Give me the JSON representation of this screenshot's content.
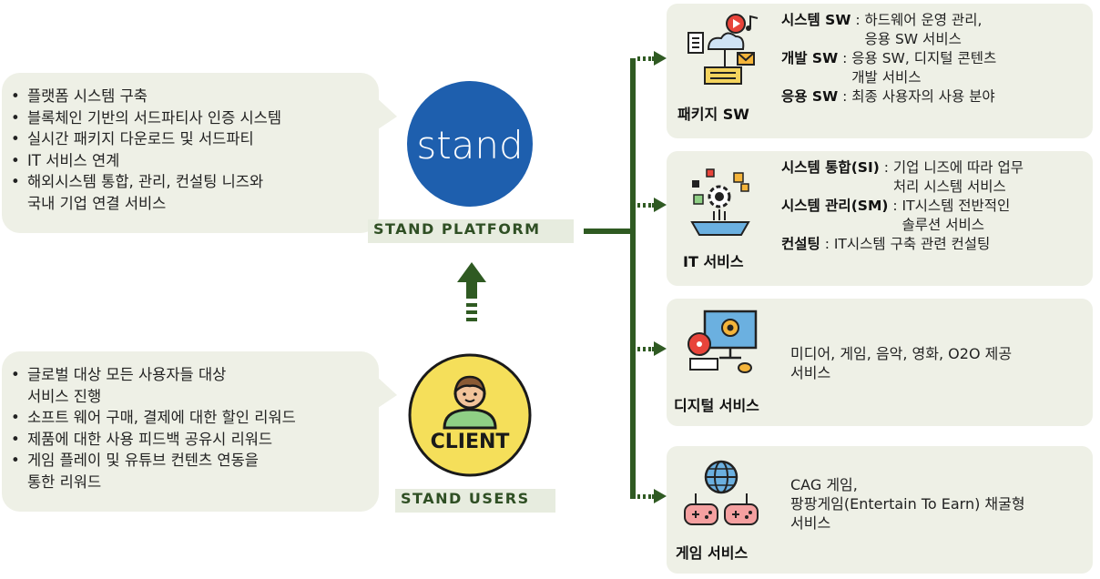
{
  "platform": {
    "logo_text": "stand",
    "title": "STAND PLATFORM",
    "bullets": [
      [
        "플랫폼 시스템 구축"
      ],
      [
        "블록체인 기반의 서드파티사 인증 시스템"
      ],
      [
        "실시간 패키지 다운로드 및 서드파티"
      ],
      [
        "IT 서비스 연계"
      ],
      [
        "해외시스템 통합, 관리, 컨설팅 니즈와",
        "국내 기업 연결 서비스"
      ]
    ]
  },
  "users": {
    "logo_text": "CLIENT",
    "title": "STAND USERS",
    "bullets": [
      [
        "글로벌 대상 모든 사용자들 대상",
        "서비스 진행"
      ],
      [
        "소프트 웨어 구매, 결제에 대한 할인 리워드"
      ],
      [
        "제품에 대한 사용 피드백 공유시 리워드"
      ],
      [
        "게임 플레이 및 유튜브 컨텐츠 연동을",
        "통한 리워드"
      ]
    ]
  },
  "categories": [
    {
      "label": "패키지 SW",
      "icon": "software-package-icon",
      "rows": [
        {
          "key": "시스템 SW",
          "sep": " : ",
          "lines": [
            "하드웨어 운영 관리,",
            "응용 SW 서비스"
          ]
        },
        {
          "key": "개발 SW",
          "sep": " : ",
          "lines": [
            "응용 SW, 디지털 콘텐츠",
            "개발 서비스"
          ]
        },
        {
          "key": "응용 SW",
          "sep": " : ",
          "lines": [
            "최종 사용자의 사용 분야"
          ]
        }
      ]
    },
    {
      "label": "IT 서비스",
      "icon": "it-service-icon",
      "rows": [
        {
          "key": "시스템 통합(SI)",
          "sep": " : ",
          "lines": [
            "기업 니즈에 따라 업무",
            "처리 시스템 서비스"
          ]
        },
        {
          "key": "시스템 관리(SM)",
          "sep": " : ",
          "lines": [
            "IT시스템 전반적인",
            "솔루션 서비스"
          ]
        },
        {
          "key": "컨설팅",
          "sep": " : ",
          "lines": [
            "IT시스템 구축 관련 컨설팅"
          ]
        }
      ]
    },
    {
      "label": "디지털 서비스",
      "icon": "digital-service-icon",
      "text": [
        "미디어, 게임, 음악, 영화, O2O 제공",
        "서비스"
      ]
    },
    {
      "label": "게임 서비스",
      "icon": "game-service-icon",
      "text": [
        "CAG 게임,",
        "팡팡게임(Entertain To Earn) 채굴형",
        "서비스"
      ]
    }
  ],
  "colors": {
    "connector": "#2f5a22",
    "bubble_bg": "#eef0e6",
    "stand_logo": "#1e5fae",
    "client_logo": "#f5df5a"
  }
}
